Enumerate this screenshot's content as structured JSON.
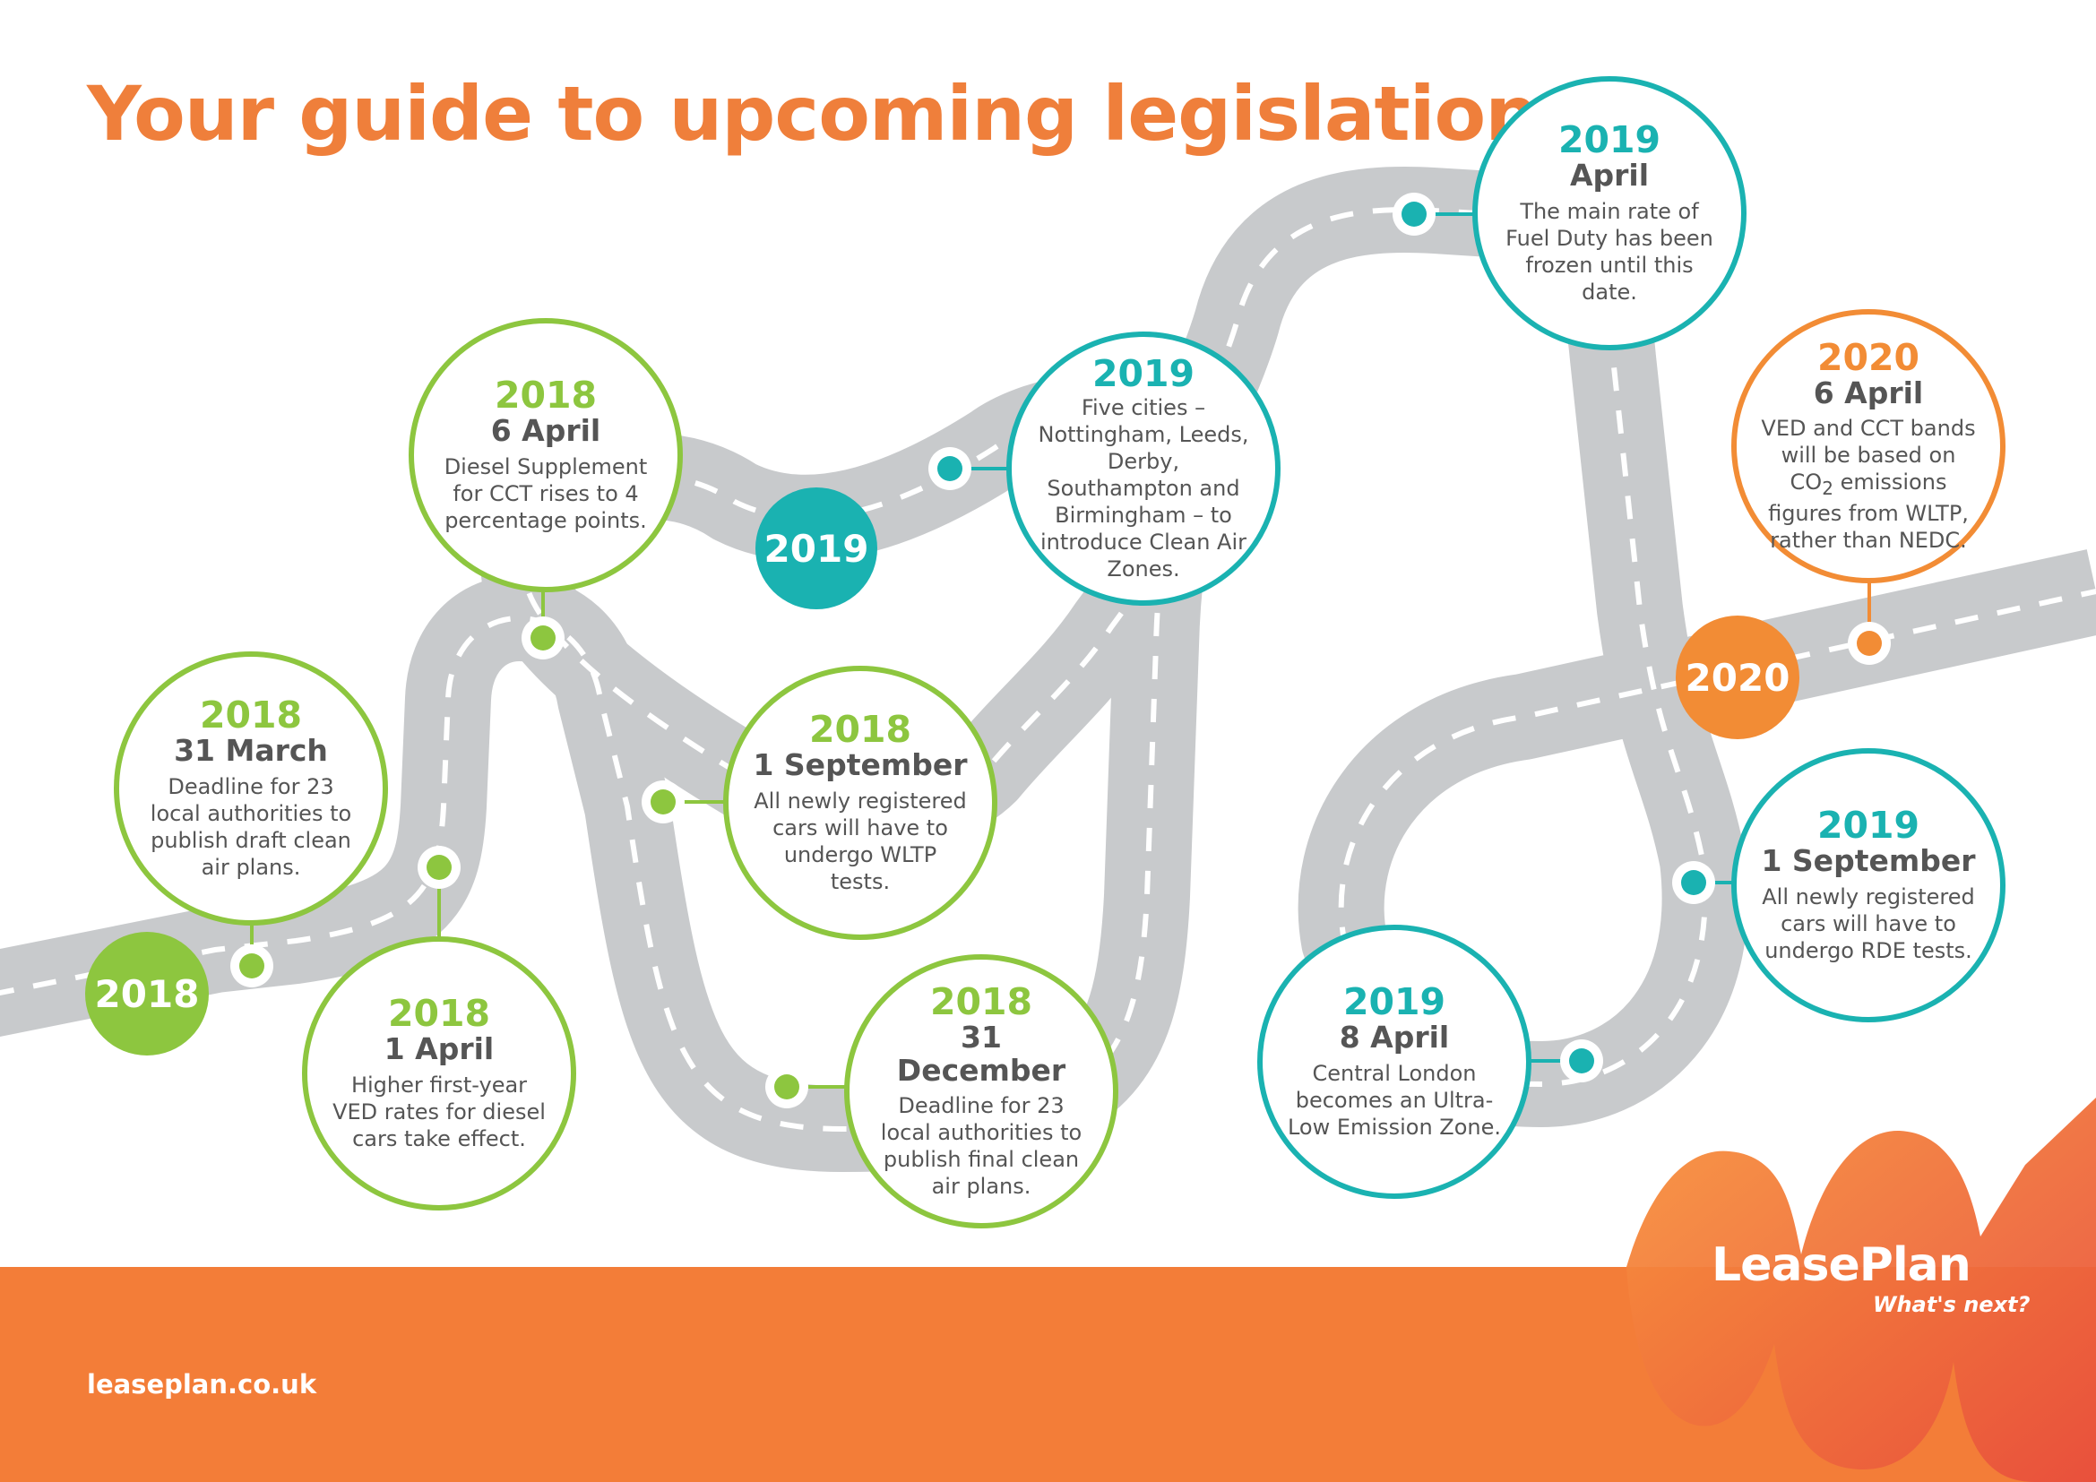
{
  "title": "Your guide to upcoming legislation",
  "colors": {
    "accent": "#ef7f3b",
    "green": "#8dc63f",
    "teal": "#1ab2b1",
    "orange": "#f28c35",
    "road": "#c8cacc",
    "footer": "#f37d38"
  },
  "year_markers": [
    "2018",
    "2019",
    "2020"
  ],
  "milestones": [
    {
      "year": "2018",
      "date": "31 March",
      "text": "Deadline for 23 local authorities to publish draft clean air plans."
    },
    {
      "year": "2018",
      "date": "1 April",
      "text": "Higher first-year VED rates for diesel cars take effect."
    },
    {
      "year": "2018",
      "date": "6 April",
      "text": "Diesel Supplement for CCT rises to 4 percentage points."
    },
    {
      "year": "2018",
      "date": "1 September",
      "text": "All newly registered cars will have to undergo WLTP tests."
    },
    {
      "year": "2018",
      "date": "31 December",
      "text": "Deadline for 23 local authorities to publish final clean air plans."
    },
    {
      "year": "2019",
      "date": "",
      "text": "Five cities – Nottingham, Leeds, Derby, Southampton and Birmingham – to introduce Clean Air Zones."
    },
    {
      "year": "2019",
      "date": "April",
      "text": "The main rate of Fuel Duty has been frozen until this date."
    },
    {
      "year": "2019",
      "date": "8 April",
      "text": "Central London becomes an Ultra-Low Emission Zone."
    },
    {
      "year": "2019",
      "date": "1 September",
      "text": "All newly registered cars will have to undergo RDE tests."
    },
    {
      "year": "2020",
      "date": "6 April",
      "text_before": "VED and CCT bands will be based on CO",
      "subscript": "2",
      "text_after": " emissions figures from WLTP, rather than NEDC."
    }
  ],
  "footer": {
    "url": "leaseplan.co.uk",
    "brand": "LeasePlan",
    "tagline": "What's next?"
  }
}
